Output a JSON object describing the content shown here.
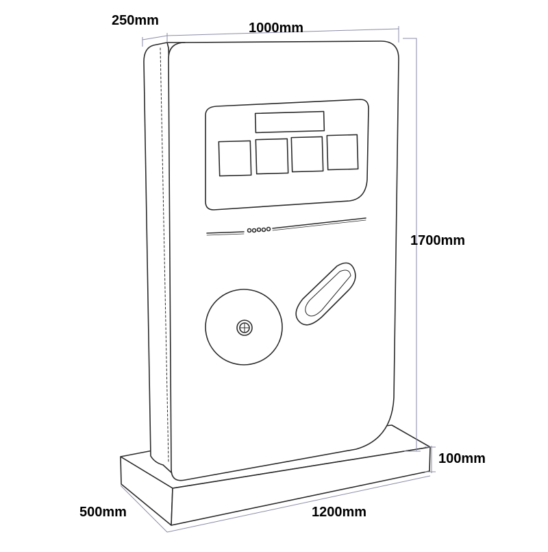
{
  "dimensions": {
    "depth_top": "250mm",
    "width_top": "1000mm",
    "height": "1700mm",
    "base_height": "100mm",
    "base_depth": "500mm",
    "base_width": "1200mm"
  },
  "colors": {
    "outline": "#2a2a2a",
    "dimension_line": "#8a8aa8",
    "background": "#ffffff"
  }
}
